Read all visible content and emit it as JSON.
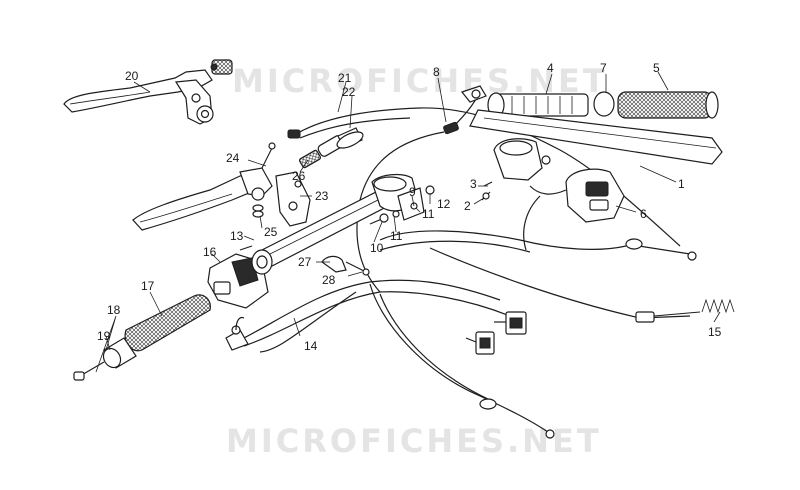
{
  "watermark": {
    "text": "MICROFICHES.NET"
  },
  "callouts": [
    {
      "id": "c1",
      "text": "1"
    },
    {
      "id": "c2",
      "text": "2"
    },
    {
      "id": "c3",
      "text": "3"
    },
    {
      "id": "c4",
      "text": "4"
    },
    {
      "id": "c5",
      "text": "5"
    },
    {
      "id": "c6",
      "text": "6"
    },
    {
      "id": "c7",
      "text": "7"
    },
    {
      "id": "c8",
      "text": "8"
    },
    {
      "id": "c9",
      "text": "9"
    },
    {
      "id": "c10",
      "text": "10"
    },
    {
      "id": "c11a",
      "text": "11"
    },
    {
      "id": "c11b",
      "text": "11"
    },
    {
      "id": "c12",
      "text": "12"
    },
    {
      "id": "c13",
      "text": "13"
    },
    {
      "id": "c14",
      "text": "14"
    },
    {
      "id": "c15",
      "text": "15"
    },
    {
      "id": "c16",
      "text": "16"
    },
    {
      "id": "c17",
      "text": "17"
    },
    {
      "id": "c18",
      "text": "18"
    },
    {
      "id": "c19",
      "text": "19"
    },
    {
      "id": "c20",
      "text": "20"
    },
    {
      "id": "c21",
      "text": "21"
    },
    {
      "id": "c22",
      "text": "22"
    },
    {
      "id": "c23",
      "text": "23"
    },
    {
      "id": "c24",
      "text": "24"
    },
    {
      "id": "c25",
      "text": "25"
    },
    {
      "id": "c26",
      "text": "26"
    },
    {
      "id": "c27",
      "text": "27"
    },
    {
      "id": "c28",
      "text": "28"
    }
  ]
}
